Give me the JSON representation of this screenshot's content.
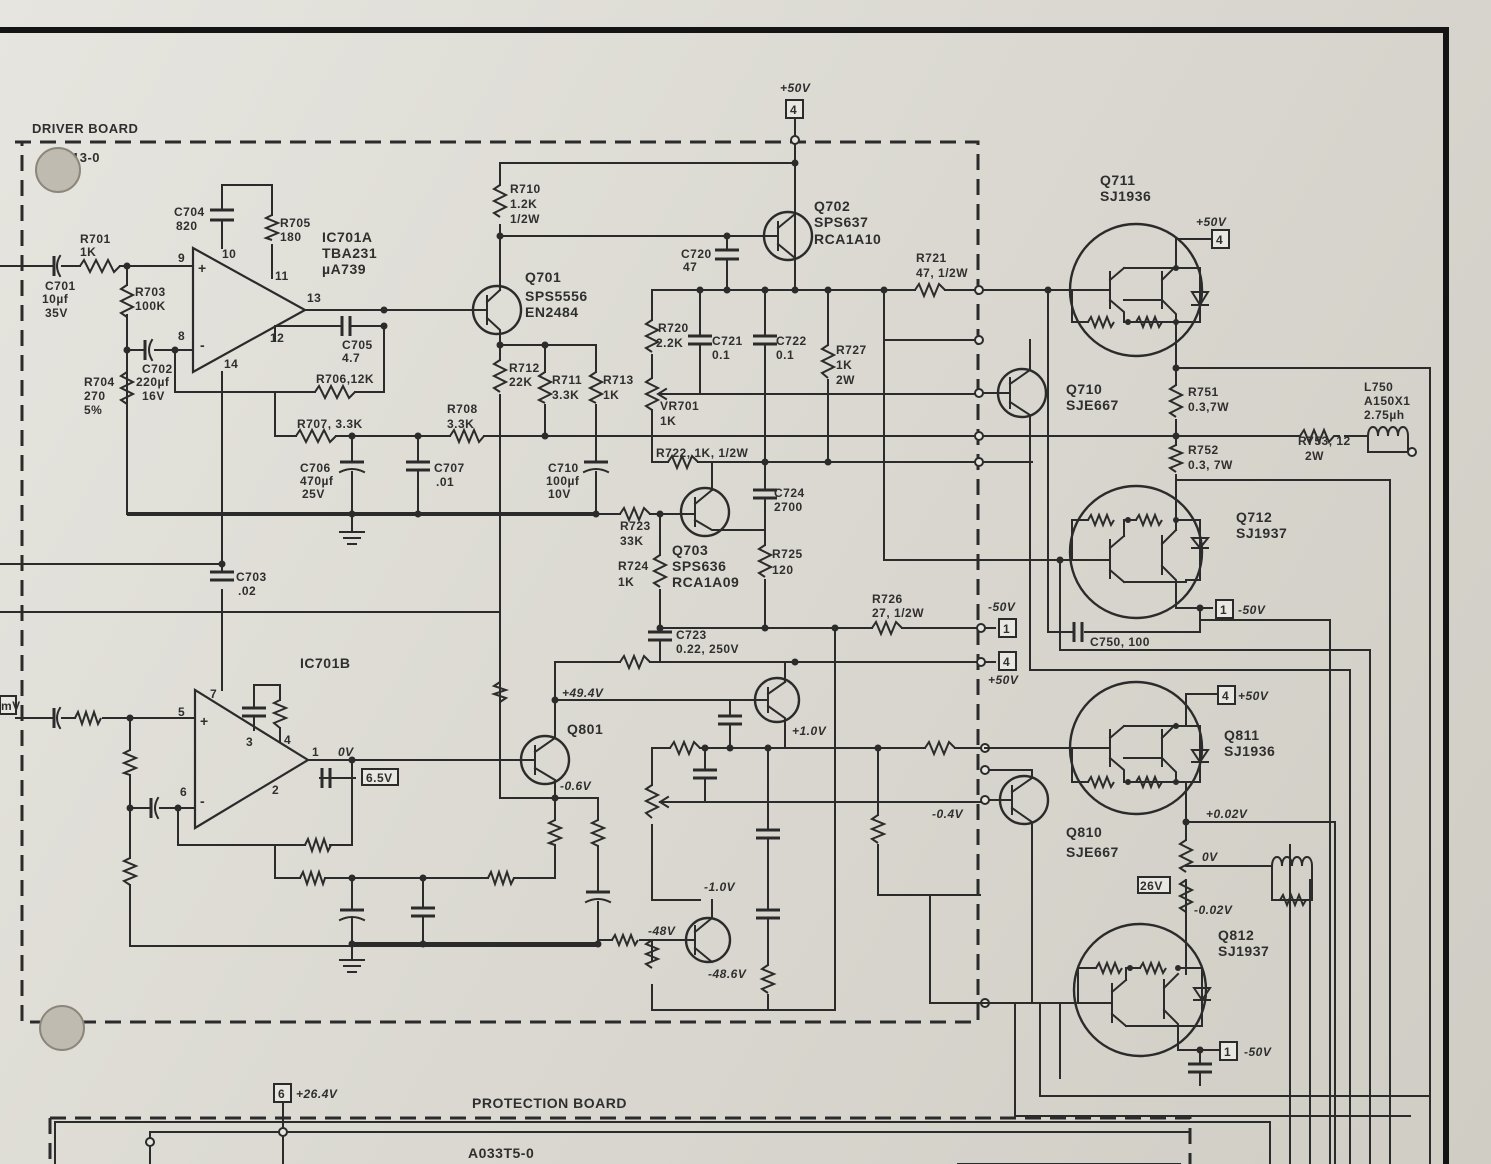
{
  "boards": {
    "driver": "DRIVER BOARD",
    "driver_code": "13-0",
    "protection": "PROTECTION BOARD",
    "protection_code": "A033T5-0"
  },
  "terminals": {
    "t4_top": "4",
    "t4_top_v": "+50V",
    "t4_q711": "4",
    "t4_q711_v": "+50V",
    "t1_q712": "1",
    "t1_q712_v": "-50V",
    "t1_mid": "1",
    "t1_mid_v": "-50V",
    "t4_mid": "4",
    "t4_mid_v": "+50V",
    "t4_q811": "4",
    "t4_q811_v": "+50V",
    "t1_q812": "1",
    "t1_q812_v": "-50V",
    "t6": "6",
    "t6_v": "+26.4V",
    "meas_65": "6.5V",
    "meas_26": "26V",
    "meas_mv": "mV"
  },
  "ics": {
    "ic701a": "IC701A",
    "ic701a_type1": "TBA231",
    "ic701a_type2": "µA739",
    "ic701b": "IC701B",
    "pin_9": "9",
    "pin_10": "10",
    "pin_11": "11",
    "pin_13": "13",
    "pin_8": "8",
    "pin_12": "12",
    "pin_14": "14",
    "pin_7": "7",
    "pin_5": "5",
    "pin_3": "3",
    "pin_4": "4",
    "pin_1": "1",
    "pin_6": "6",
    "pin_2": "2",
    "plus": "+",
    "minus": "-"
  },
  "transistors": {
    "q701": "Q701",
    "q701_t1": "SPS5556",
    "q701_t2": "EN2484",
    "q702": "Q702",
    "q702_t1": "SPS637",
    "q702_t2": "RCA1A10",
    "q703": "Q703",
    "q703_t1": "SPS636",
    "q703_t2": "RCA1A09",
    "q710": "Q710",
    "q710_t": "SJE667",
    "q711": "Q711",
    "q711_t": "SJ1936",
    "q712": "Q712",
    "q712_t": "SJ1937",
    "q801": "Q801",
    "q810": "Q810",
    "q810_t": "SJE667",
    "q811": "Q811",
    "q811_t": "SJ1936",
    "q812": "Q812",
    "q812_t": "SJ1937"
  },
  "components": {
    "r701": "R701",
    "r701_v": "1K",
    "c701": "C701",
    "c701_v1": "10µf",
    "c701_v2": "35V",
    "c704": "C704",
    "c704_v": "820",
    "r705": "R705",
    "r705_v": "180",
    "r703": "R703",
    "r703_v": "100K",
    "c702": "C702",
    "c702_v1": "220µf",
    "c702_v2": "16V",
    "r704": "R704",
    "r704_v1": "270",
    "r704_v2": "5%",
    "c705": "C705",
    "c705_v": "4.7",
    "r706": "R706,12K",
    "r707": "R707, 3.3K",
    "r708": "R708",
    "r708_v": "3.3K",
    "c706": "C706",
    "c706_v1": "470µf",
    "c706_v2": "25V",
    "c707": "C707",
    "c707_v": ".01",
    "r710": "R710",
    "r710_v1": "1.2K",
    "r710_v2": "1/2W",
    "c720": "C720",
    "c720_v": "47",
    "r712": "R712",
    "r712_v": "22K",
    "r711": "R711",
    "r711_v": "3.3K",
    "r713": "R713",
    "r713_v": "1K",
    "c710": "C710",
    "c710_v1": "100µf",
    "c710_v2": "10V",
    "r720": "R720",
    "r720_v": "2.2K",
    "c721": "C721",
    "c721_v": "0.1",
    "c722": "C722",
    "c722_v": "0.1",
    "r727": "R727",
    "r727_v1": "1K",
    "r727_v2": "2W",
    "vr701": "VR701",
    "vr701_v": "1K",
    "r721": "R721",
    "r721_v": "47, 1/2W",
    "r722": "R722, 1K, 1/2W",
    "c724": "C724",
    "c724_v": "2700",
    "r723": "R723",
    "r723_v": "33K",
    "r724": "R724",
    "r724_v": "1K",
    "r725": "R725",
    "r725_v": "120",
    "c723": "C723",
    "c723_v": "0.22, 250V",
    "r726": "R726",
    "r726_v": "27, 1/2W",
    "c703": "C703",
    "c703_v": ".02",
    "r751": "R751",
    "r751_v": "0.3,7W",
    "r752": "R752",
    "r752_v": "0.3, 7W",
    "l750": "L750",
    "l750_v1": "A150X1",
    "l750_v2": "2.75µh",
    "r753": "R753, 12",
    "r753_v": "2W",
    "c750": "C750, 100"
  },
  "voltages": {
    "v_0v_ic": "0V",
    "v_494": "+49.4V",
    "v_10": "+1.0V",
    "v_m06": "-0.6V",
    "v_m04": "-0.4V",
    "v_m10": "-1.0V",
    "v_m48": "-48V",
    "v_m486": "-48.6V",
    "v_002": "+0.02V",
    "v_0v_out": "0V",
    "v_m002": "-0.02V"
  }
}
